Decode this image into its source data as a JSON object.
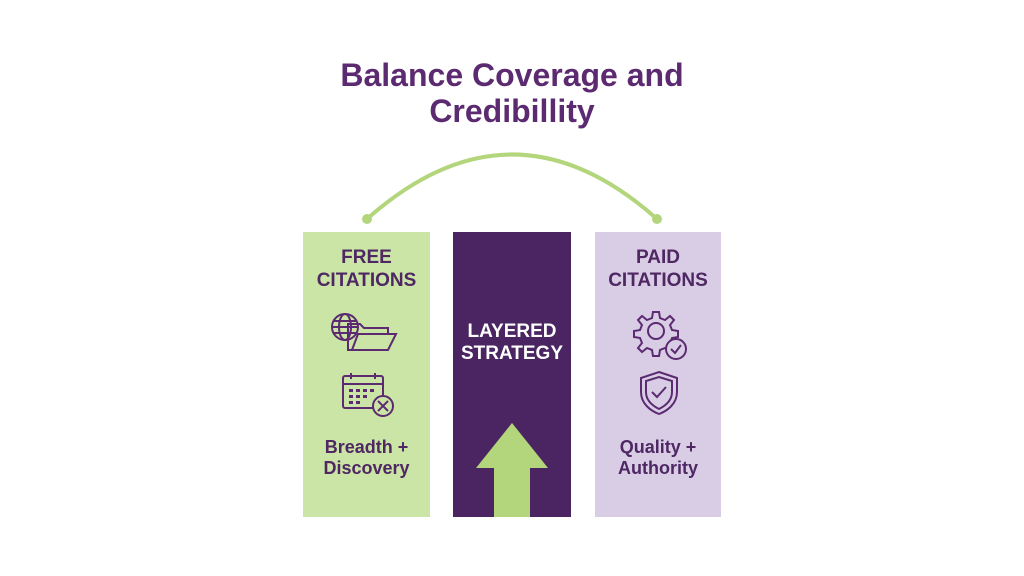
{
  "title": {
    "line1": "Balance Coverage and",
    "line2": "Credibillity"
  },
  "columns": {
    "free": {
      "heading1": "FREE",
      "heading2": "CITATIONS",
      "sub1": "Breadth +",
      "sub2": "Discovery",
      "icons": [
        "globe-folder-icon",
        "calendar-x-icon"
      ]
    },
    "middle": {
      "heading1": "LAYERED",
      "heading2": "STRATEGY",
      "icons": [
        "up-arrow-icon"
      ]
    },
    "paid": {
      "heading1": "PAID",
      "heading2": "CITATIONS",
      "sub1": "Quality +",
      "sub2": "Authority",
      "icons": [
        "gear-check-icon",
        "shield-check-icon"
      ]
    }
  },
  "colors": {
    "purple": "#4b2562",
    "green": "#cbe5a6",
    "lavender": "#d9cde6",
    "arrow": "#b3d67c",
    "title": "#5b2a70"
  }
}
